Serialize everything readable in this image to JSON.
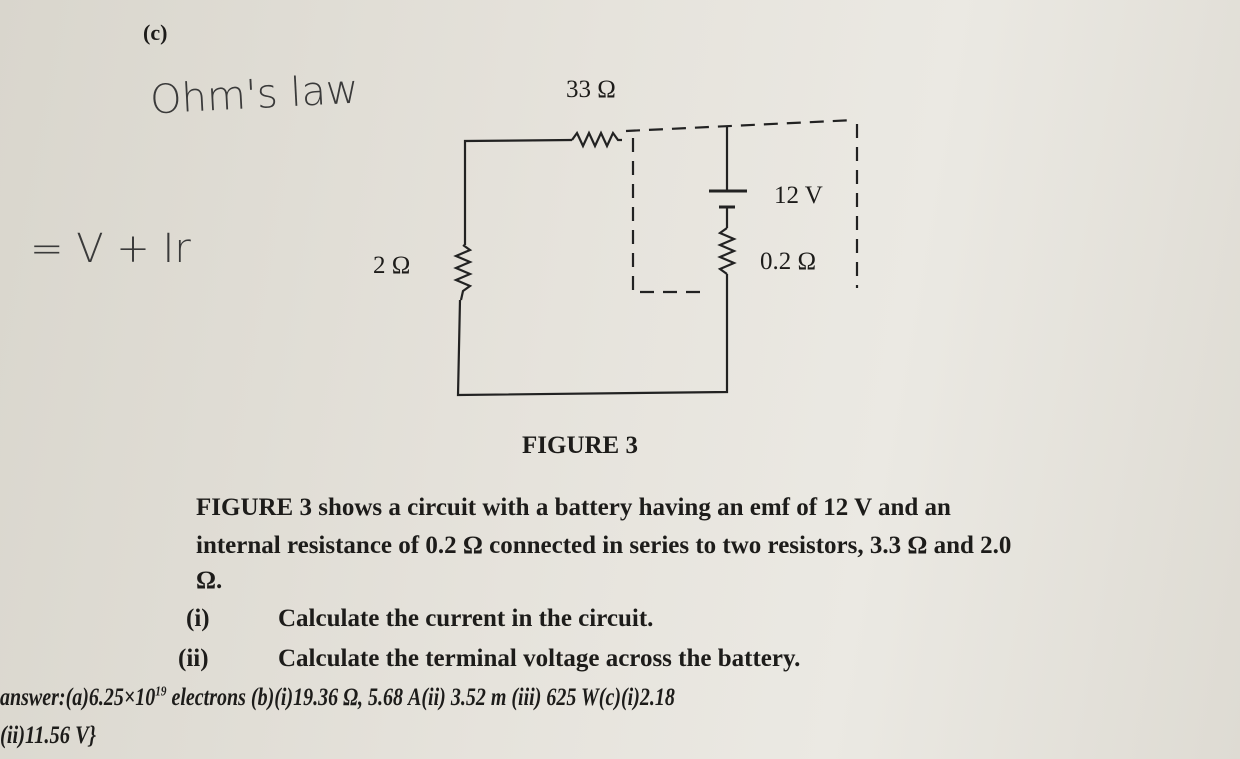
{
  "part_label": "(c)",
  "handwriting": {
    "line1": "Ohm's law",
    "line2": "= V + Ir"
  },
  "circuit": {
    "r_top": "33 Ω",
    "r_left": "2 Ω",
    "emf": "12 V",
    "r_internal": "0.2 Ω"
  },
  "figure_caption": "FIGURE 3",
  "paragraph": {
    "line1": "FIGURE 3 shows a circuit with a battery having an emf of 12 V and an",
    "line2": "internal resistance of 0.2 Ω connected in series to two resistors, 3.3 Ω and 2.0",
    "line3": "Ω."
  },
  "questions": [
    {
      "num": "(i)",
      "text": "Calculate the current in the circuit."
    },
    {
      "num": "(ii)",
      "text": "Calculate the terminal voltage across the battery."
    }
  ],
  "answer": {
    "prefix": "answer:(a)6.25×10",
    "exponent": "19",
    "rest": " electrons (b)(i)19.36 Ω, 5.68 A(ii) 3.52 m (iii) 625 W(c)(i)2.18",
    "line2": "(ii)11.56 V}"
  }
}
